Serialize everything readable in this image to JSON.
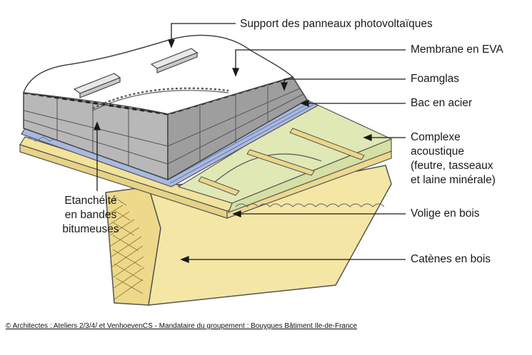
{
  "labels": {
    "support": "Support des panneaux photovoltaïques",
    "membrane": "Membrane en EVA",
    "foamglas": "Foamglas",
    "bac": "Bac en acier",
    "complexe": [
      "Complexe",
      "acoustique",
      "(feutre, tasseaux",
      "et laine minérale)"
    ],
    "etancheite": [
      "Etanchéité",
      "en bandes",
      "bitumeuses"
    ],
    "volige": "Volige en bois",
    "catenes": "Catènes en bois"
  },
  "credit": "© Architectes : Ateliers 2/3/4/ et VenhoevenCS - Mandataire du groupement : Bouygues Bâtiment Ile-de-France",
  "colors": {
    "membrane": "#ffffff",
    "foamglas": "#b5b5b5",
    "steel": "#a9b9de",
    "acoustic": "#dfe8b4",
    "wood": "#f3e39e",
    "batten": "#ecd68a",
    "outline": "#3a3a3a"
  }
}
